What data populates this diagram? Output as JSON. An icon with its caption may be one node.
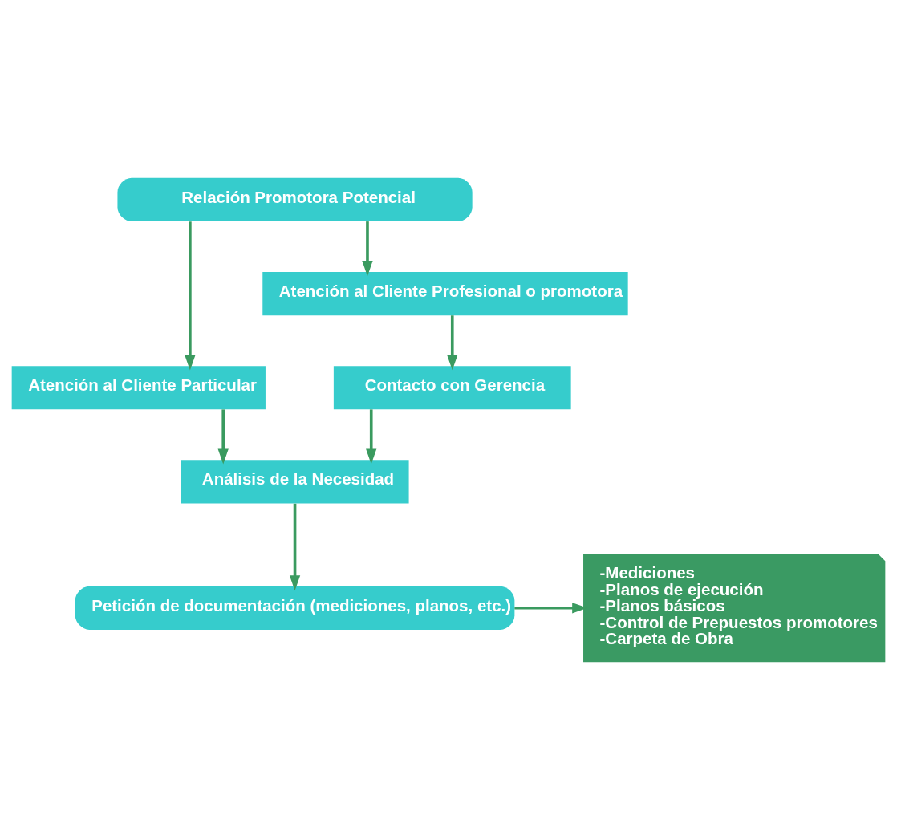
{
  "diagram": {
    "nodes": [
      {
        "text": [
          "Relación Promotora Potencial"
        ]
      },
      {
        "text": [
          "Atención al Cliente Particular"
        ]
      },
      {
        "text": [
          "Atención al Cliente Profesional o promotora"
        ]
      },
      {
        "text": [
          "Contacto con Gerencia"
        ]
      },
      {
        "text": [
          "Análisis de la Necesidad"
        ]
      },
      {
        "text": [
          "Petición de documentación (mediciones, planos, etc.)"
        ]
      },
      {
        "text": [
          "-Mediciones",
          "-Planos de ejecución",
          "-Planos básicos",
          "-Control de Prepuestos promotores",
          "-Carpeta de Obra"
        ]
      }
    ],
    "edges": [
      {
        "from": 0,
        "to": 1,
        "arrow": "to"
      },
      {
        "from": 0,
        "to": 2,
        "arrow": "to"
      },
      {
        "from": 2,
        "to": 3,
        "arrow": "to"
      },
      {
        "from": 1,
        "to": 4,
        "arrow": "to"
      },
      {
        "from": 3,
        "to": 4,
        "arrow": "to"
      },
      {
        "from": 4,
        "to": 5,
        "arrow": "to"
      },
      {
        "from": 5,
        "to": 6,
        "arrow": "to"
      }
    ]
  }
}
